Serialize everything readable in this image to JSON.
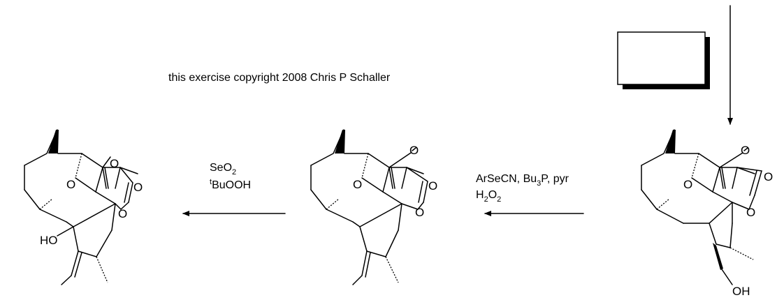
{
  "copyright": "this exercise copyright 2008 Chris P Schaller",
  "steps": [
    {
      "reagent_line1_base": "ArSeCN, Bu",
      "reagent_line1_sub": "3",
      "reagent_line1_end": "P, pyr",
      "reagent_line2_base": "H",
      "reagent_line2_sub": "2",
      "reagent_line2_mid": "O",
      "reagent_line2_sub2": "2"
    },
    {
      "reagent_line1_base": "SeO",
      "reagent_line1_sub": "2",
      "reagent_line2_sup": "t",
      "reagent_line2_end": "BuOOH"
    }
  ],
  "atoms": {
    "oxygen": "O",
    "hydroxyl_right": "OH",
    "hydroxyl_left": "HO"
  }
}
